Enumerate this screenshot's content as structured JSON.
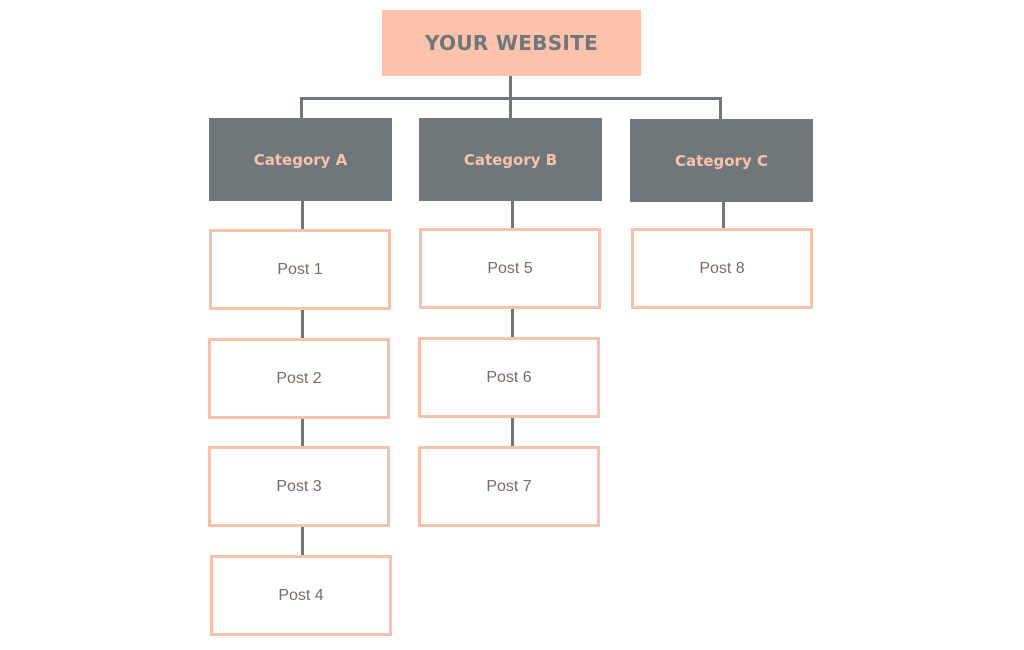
{
  "root": {
    "label": "YOUR WEBSITE"
  },
  "categories": [
    {
      "label": "Category A",
      "posts": [
        "Post 1",
        "Post 2",
        "Post 3",
        "Post 4"
      ]
    },
    {
      "label": "Category B",
      "posts": [
        "Post 5",
        "Post 6",
        "Post 7"
      ]
    },
    {
      "label": "Category C",
      "posts": [
        "Post 8"
      ]
    }
  ],
  "colors": {
    "root_fill": "#fcc2ab",
    "root_text": "#6f777a",
    "category_fill": "#6f777a",
    "category_text": "#fcc2ab",
    "post_border": "#f7c2ab",
    "post_text": "#7b6a66",
    "connector": "#6f777a"
  }
}
